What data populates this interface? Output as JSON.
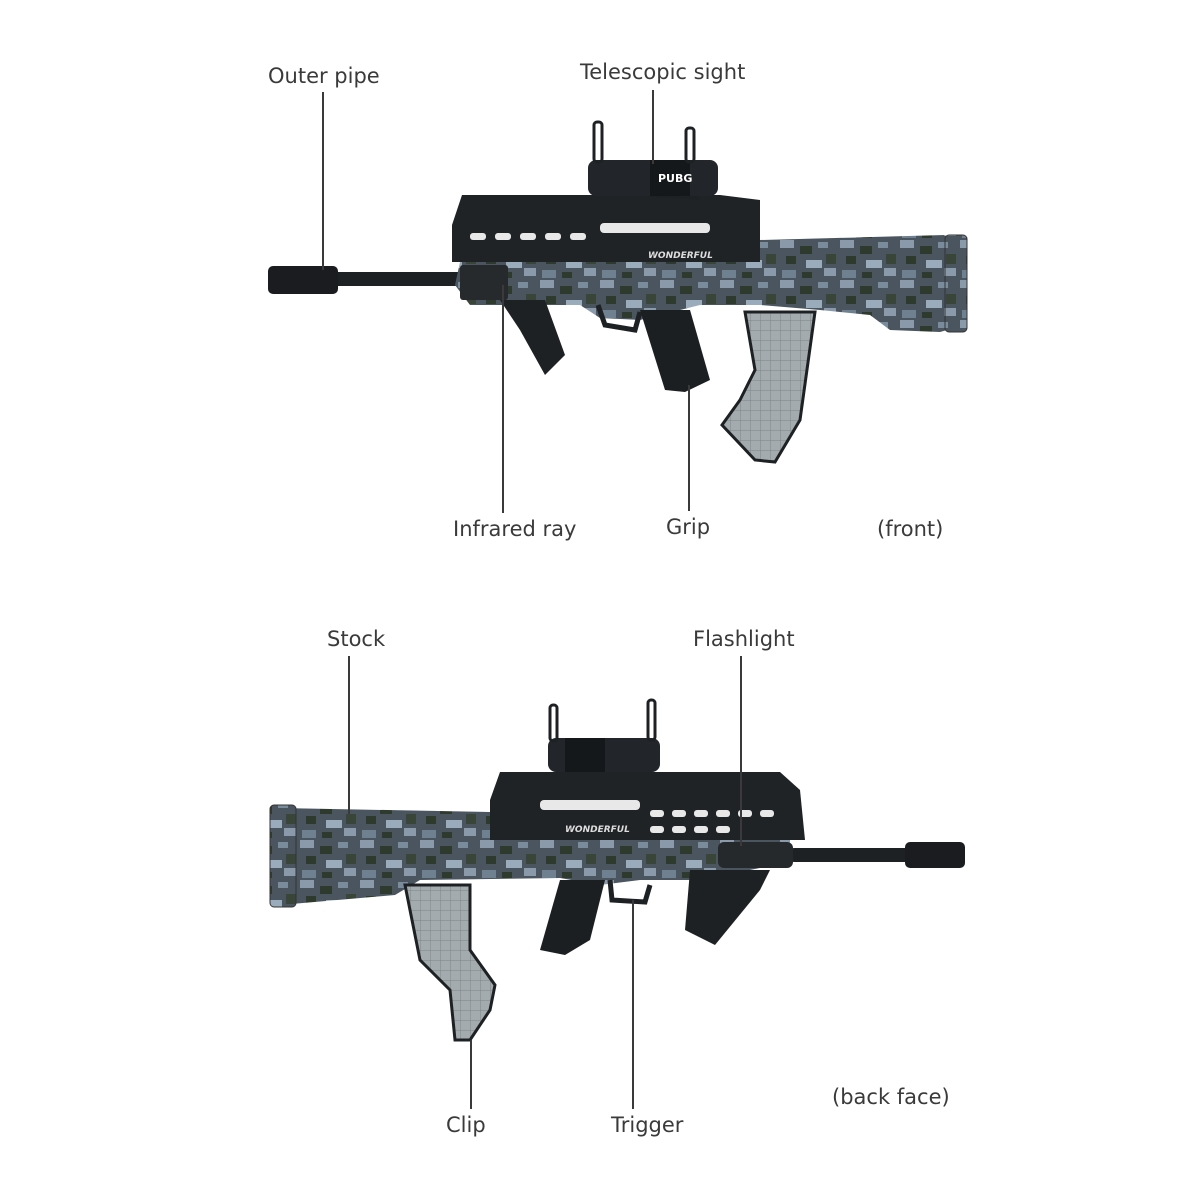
{
  "front": {
    "caption": "(front)",
    "labels": {
      "outer_pipe": "Outer pipe",
      "telescopic_sight": "Telescopic sight",
      "infrared_ray": "Infrared ray",
      "grip": "Grip"
    },
    "sight_marking": "PUBG",
    "brand_marking": "WONDERFUL"
  },
  "back": {
    "caption": "(back face)",
    "labels": {
      "stock": "Stock",
      "flashlight": "Flashlight",
      "clip": "Clip",
      "trigger": "Trigger"
    },
    "brand_marking": "WONDERFUL"
  },
  "colors": {
    "camo_base": "#4a5560",
    "camo_light": "#8a9aaa",
    "camo_dark": "#2e3a2e",
    "metal": "#1e2124",
    "magazine": "#9aa3a6"
  }
}
